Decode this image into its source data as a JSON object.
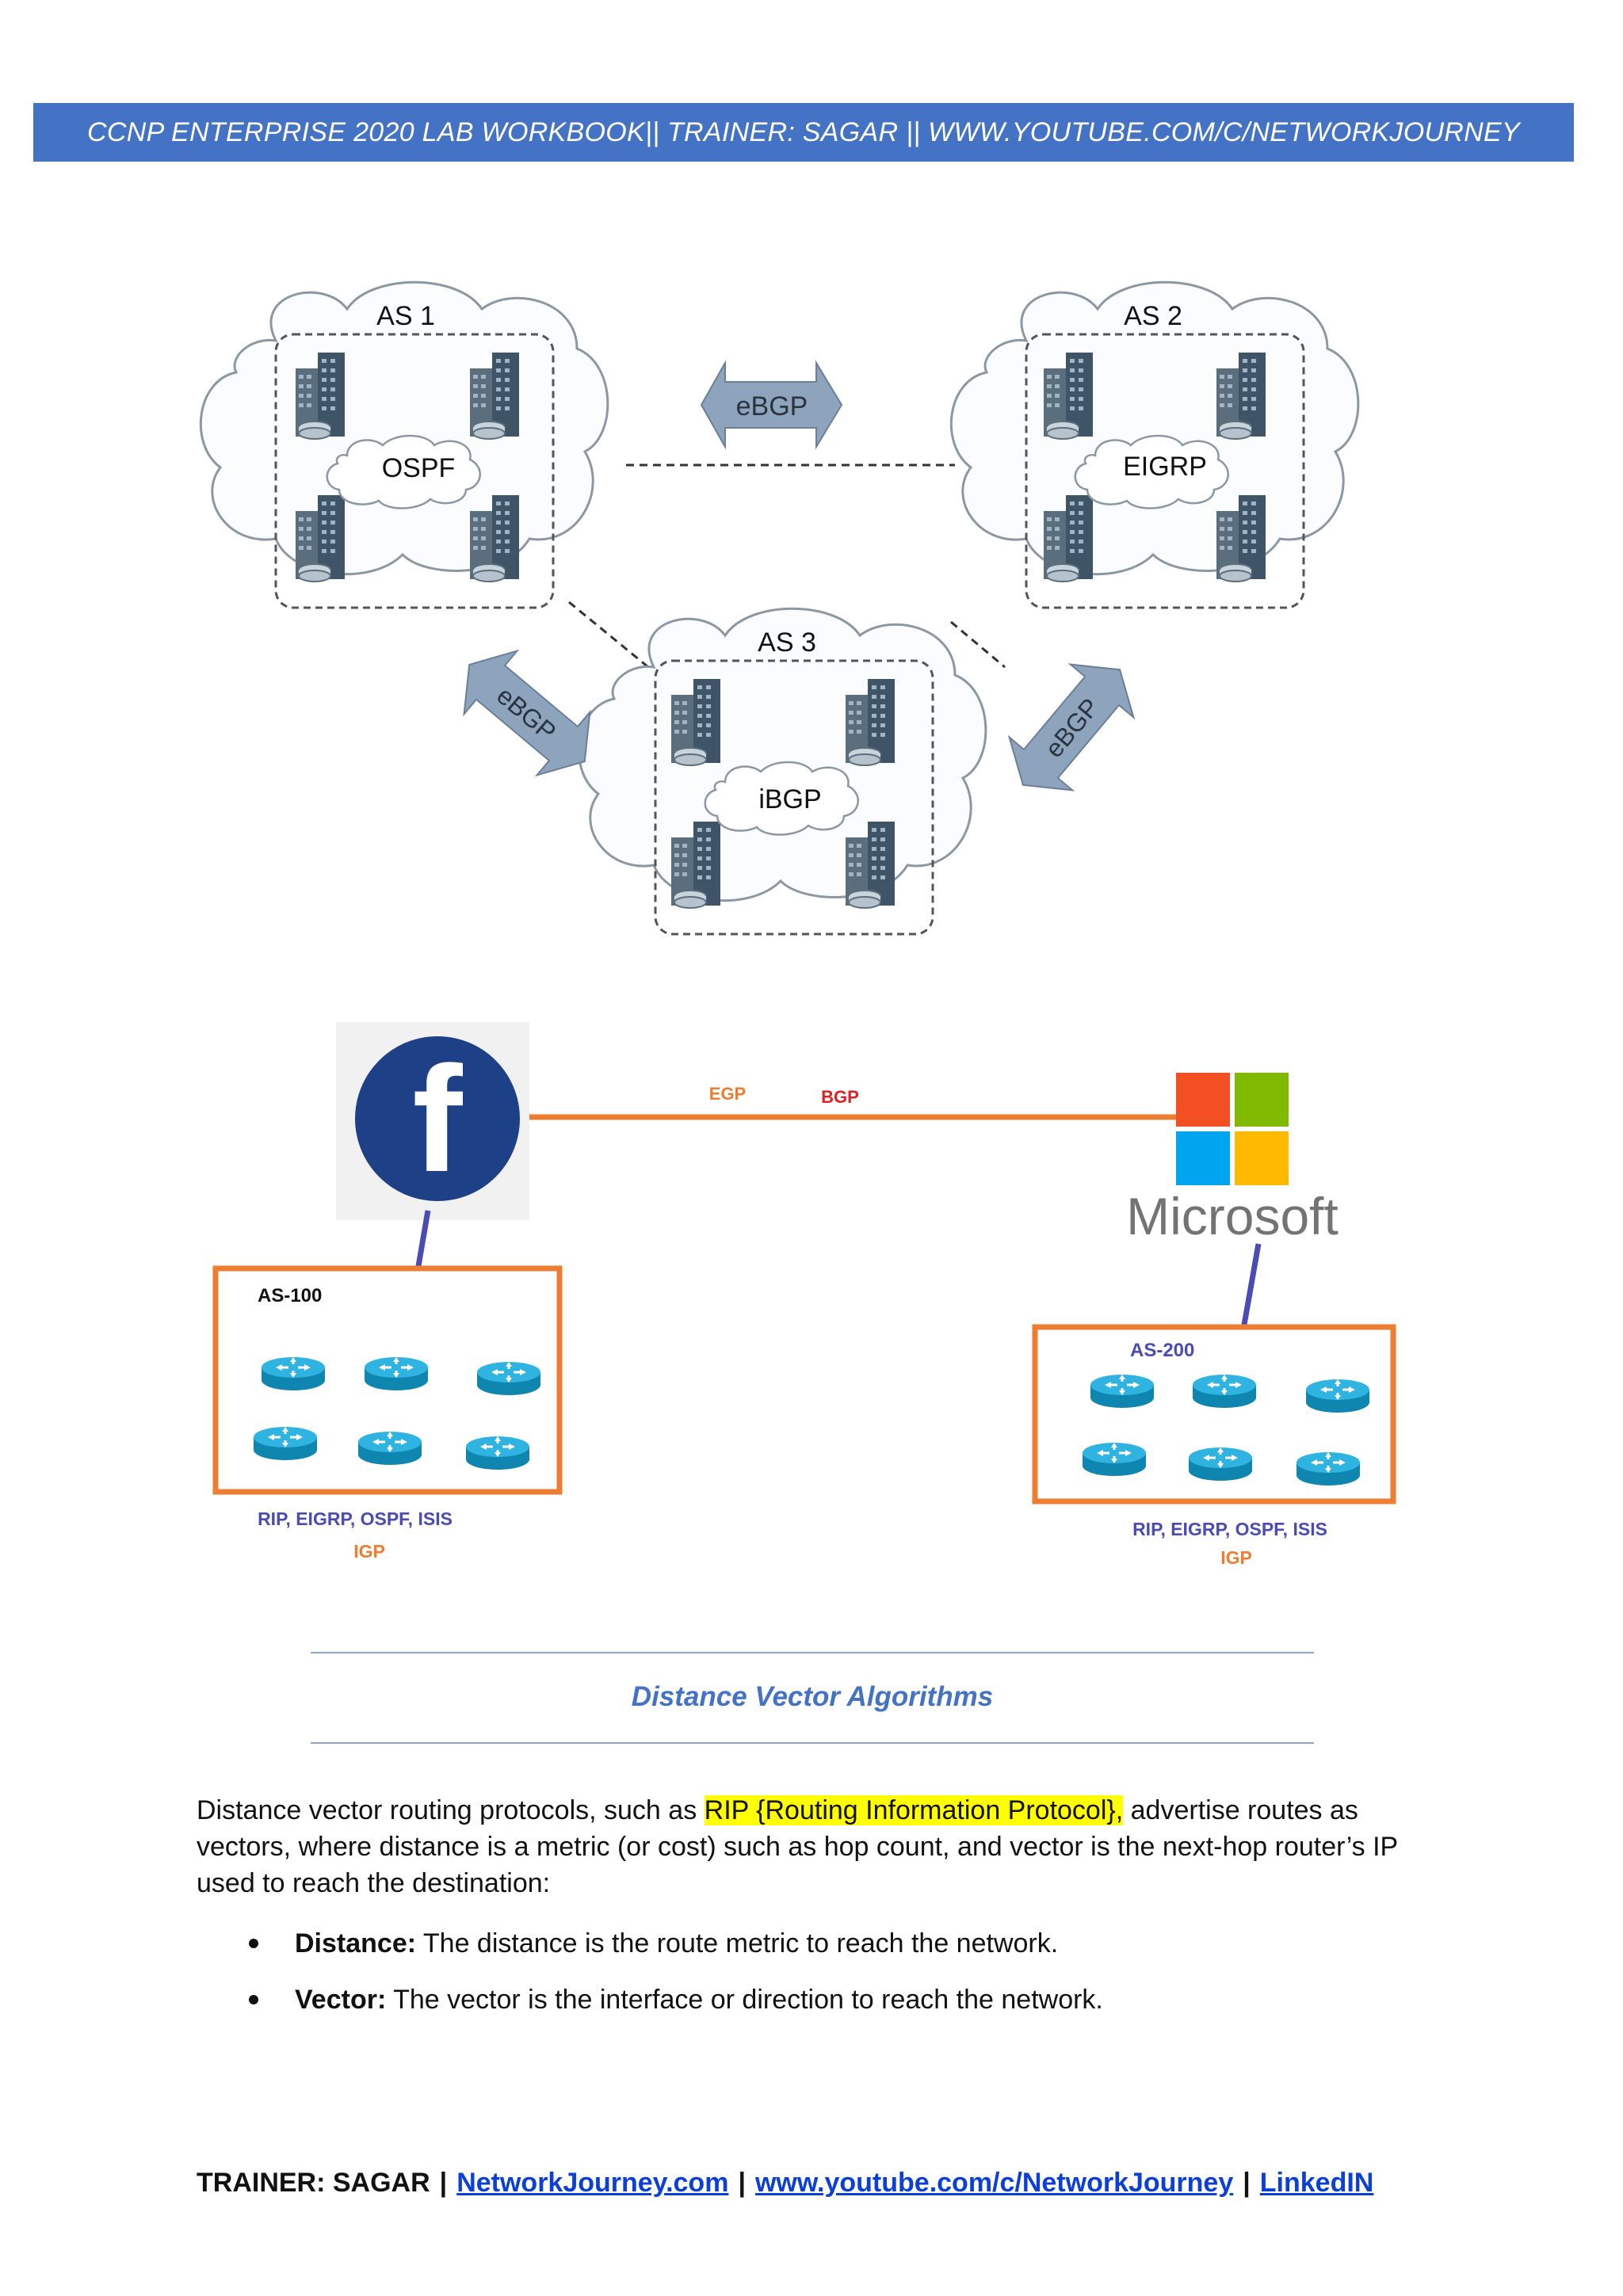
{
  "header": {
    "banner": "CCNP ENTERPRISE 2020 LAB WORKBOOK|| TRAINER: SAGAR || WWW.YOUTUBE.COM/C/NETWORKJOURNEY"
  },
  "figure1": {
    "as1": {
      "name": "AS 1",
      "protocol": "OSPF"
    },
    "as2": {
      "name": "AS 2",
      "protocol": "EIGRP"
    },
    "as3": {
      "name": "AS 3",
      "protocol": "iBGP"
    },
    "arrow_top": "eBGP",
    "arrow_left": "eBGP",
    "arrow_right": "eBGP"
  },
  "figure2": {
    "egp_label": "EGP",
    "bgp_label": "BGP",
    "facebook_glyph": "f",
    "microsoft_label": "Microsoft",
    "as_left": {
      "name": "AS-100",
      "protocols": "RIP, EIGRP, OSPF, ISIS",
      "type": "IGP"
    },
    "as_right": {
      "name": "AS-200",
      "protocols": "RIP, EIGRP, OSPF, ISIS",
      "type": "IGP"
    }
  },
  "section": {
    "title": "Distance Vector Algorithms"
  },
  "body": {
    "para_before": "Distance vector routing protocols, such as ",
    "para_highlight": "RIP {Routing Information Protocol},",
    "para_after": " advertise routes as vectors, where distance is a metric (or cost) such as hop count, and vector is the next-hop router’s IP used to reach the destination:",
    "bullets": [
      {
        "term": "Distance:",
        "text": " The distance is the route metric to reach the network."
      },
      {
        "term": "Vector:",
        "text": " The vector is the interface or direction to reach the network."
      }
    ]
  },
  "footer": {
    "trainer": "TRAINER: SAGAR",
    "sep": "|",
    "link1": "NetworkJourney.com",
    "link2": "www.youtube.com/c/NetworkJourney",
    "link3": "LinkedIN"
  },
  "colors": {
    "banner": "#4472c4",
    "orange": "#ed7d31",
    "purple_label": "#4b4bb5",
    "router": "#1ba1d0",
    "facebook": "#1e4087",
    "ms_red": "#f25022",
    "ms_green": "#7fba00",
    "ms_blue": "#00a4ef",
    "ms_yellow": "#ffb900"
  }
}
